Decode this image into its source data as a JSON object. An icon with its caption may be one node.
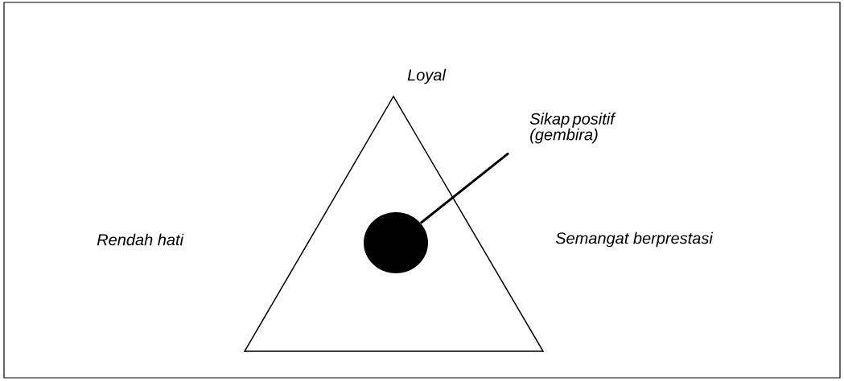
{
  "diagram": {
    "nodes": [
      {
        "text": [
          "Sikap positif (gembira)"
        ]
      },
      {
        "text": [],
        "shape": "circle"
      }
    ],
    "edges": [
      {
        "from": 0,
        "to": 1,
        "arrow": "none"
      }
    ],
    "labels": [
      "Loyal",
      "Rendah hati",
      "Semangat berprestasi"
    ]
  }
}
